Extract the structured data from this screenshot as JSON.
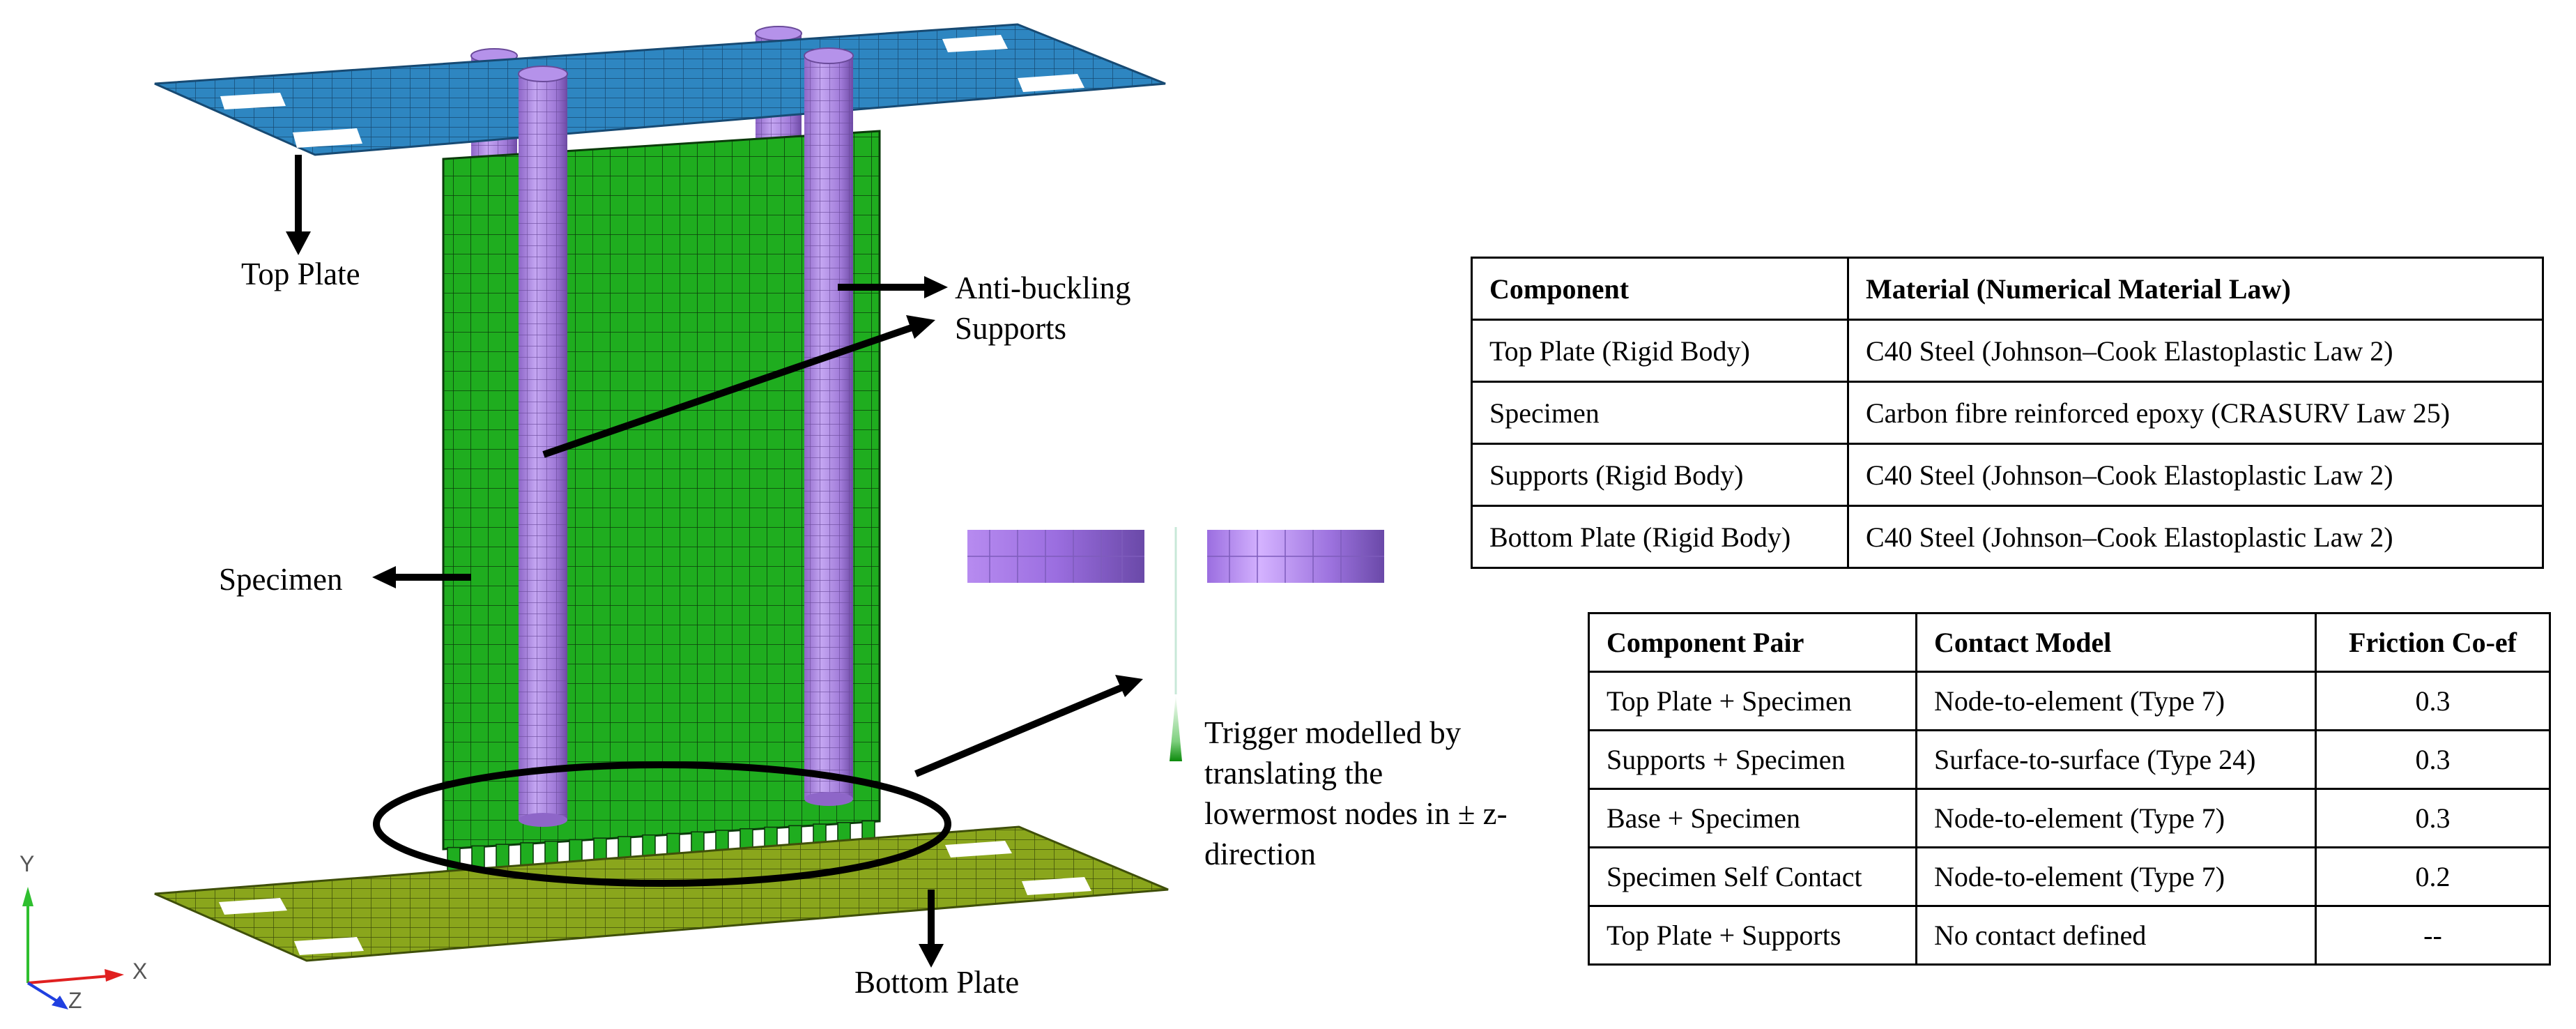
{
  "labels": {
    "top_plate": "Top Plate",
    "anti_buckling_line1": "Anti-buckling",
    "anti_buckling_line2": "Supports",
    "specimen": "Specimen",
    "trigger_line1": "Trigger modelled by",
    "trigger_line2": "translating the",
    "trigger_line3": "lowermost nodes in ± z-",
    "trigger_line4": "direction",
    "bottom_plate": "Bottom Plate"
  },
  "axes": {
    "y": "Y",
    "x": "X",
    "z": "Z"
  },
  "colors": {
    "top_plate": "#2e86c1",
    "specimen": "#1fad1f",
    "supports": "#a87ce0",
    "bottom_plate": "#8aa61c",
    "mesh_line": "#0b3b0b"
  },
  "materials_table": {
    "headers": [
      "Component",
      "Material (Numerical Material Law)"
    ],
    "rows": [
      [
        "Top Plate (Rigid Body)",
        "C40 Steel (Johnson–Cook Elastoplastic Law 2)"
      ],
      [
        "Specimen",
        "Carbon fibre reinforced epoxy (CRASURV Law 25)"
      ],
      [
        "Supports (Rigid Body)",
        "C40 Steel (Johnson–Cook Elastoplastic Law 2)"
      ],
      [
        "Bottom Plate (Rigid Body)",
        "C40 Steel (Johnson–Cook Elastoplastic Law 2)"
      ]
    ]
  },
  "contacts_table": {
    "headers": [
      "Component Pair",
      "Contact Model",
      "Friction Co-ef"
    ],
    "rows": [
      [
        "Top Plate + Specimen",
        "Node-to-element (Type 7)",
        "0.3"
      ],
      [
        "Supports + Specimen",
        "Surface-to-surface (Type 24)",
        "0.3"
      ],
      [
        "Base + Specimen",
        "Node-to-element (Type 7)",
        "0.3"
      ],
      [
        "Specimen Self Contact",
        "Node-to-element (Type 7)",
        "0.2"
      ],
      [
        "Top Plate + Supports",
        "No contact defined",
        "--"
      ]
    ]
  }
}
